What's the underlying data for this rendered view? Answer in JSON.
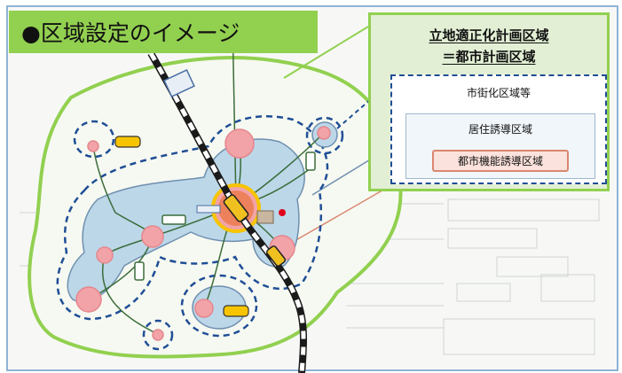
{
  "title": "●区域設定のイメージ",
  "legend": {
    "line1": "立地適正化計画区域",
    "line2": "＝都市計画区域",
    "urbanization_area": "市街化区域等",
    "residential_area": "居住誘導区域",
    "urban_function_area": "都市機能誘導区域"
  },
  "colors": {
    "title_banner": "#92d050",
    "planning_area_fill": "#e2efd4",
    "planning_area_border": "#92d050",
    "urbanization_border": "#1f4e96",
    "residential_fill": "#bcd7e8",
    "urban_function_fill": "#f2a3a8",
    "urban_function_border": "#d9876f",
    "railway": "#1a1a1a",
    "road": "#3a6d3a"
  }
}
